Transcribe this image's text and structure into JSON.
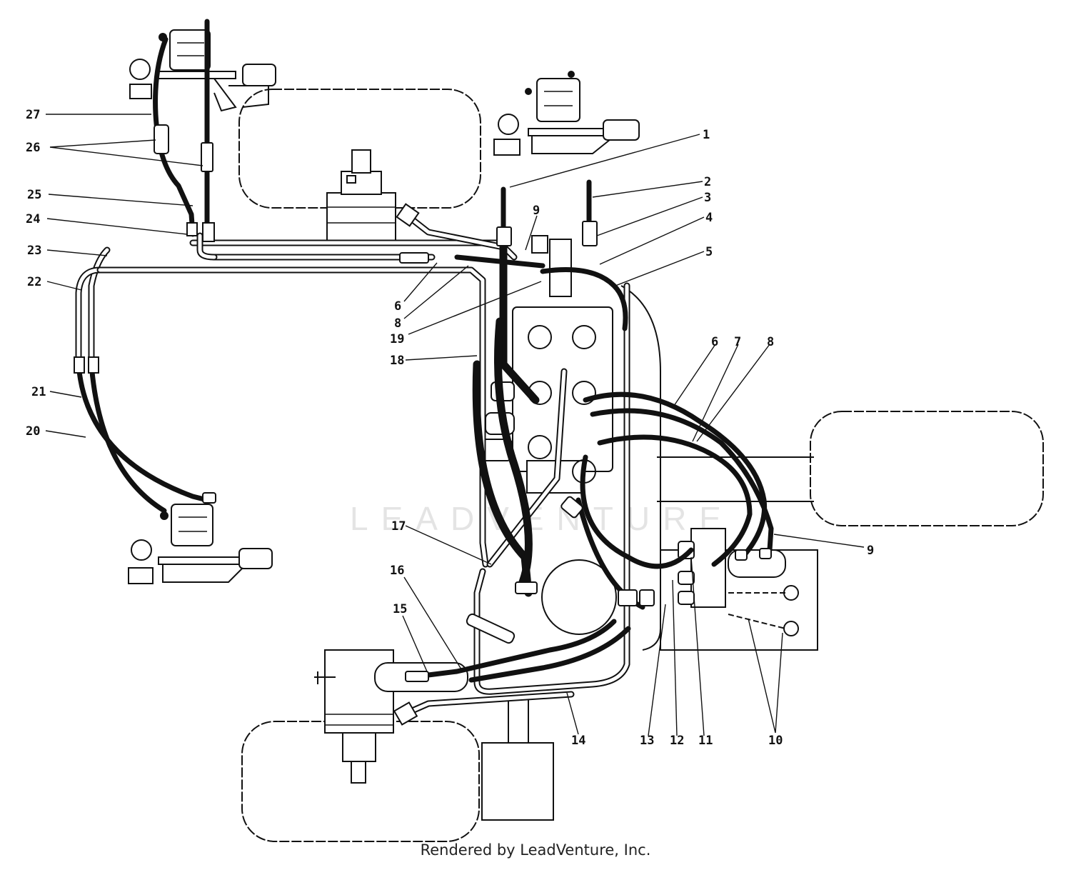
{
  "watermark": "LEADVENTURE",
  "footer": "Rendered by LeadVenture, Inc.",
  "callouts": [
    {
      "id": "c27",
      "label": "27"
    },
    {
      "id": "c26",
      "label": "26"
    },
    {
      "id": "c25",
      "label": "25"
    },
    {
      "id": "c24",
      "label": "24"
    },
    {
      "id": "c23",
      "label": "23"
    },
    {
      "id": "c22",
      "label": "22"
    },
    {
      "id": "c21",
      "label": "21"
    },
    {
      "id": "c20",
      "label": "20"
    },
    {
      "id": "c1",
      "label": "1"
    },
    {
      "id": "c2",
      "label": "2"
    },
    {
      "id": "c3",
      "label": "3"
    },
    {
      "id": "c4",
      "label": "4"
    },
    {
      "id": "c5",
      "label": "5"
    },
    {
      "id": "c9a",
      "label": "9"
    },
    {
      "id": "c6a",
      "label": "6"
    },
    {
      "id": "c8a",
      "label": "8"
    },
    {
      "id": "c19",
      "label": "19"
    },
    {
      "id": "c18",
      "label": "18"
    },
    {
      "id": "c6b",
      "label": "6"
    },
    {
      "id": "c7",
      "label": "7"
    },
    {
      "id": "c8b",
      "label": "8"
    },
    {
      "id": "c9b",
      "label": "9"
    },
    {
      "id": "c17",
      "label": "17"
    },
    {
      "id": "c16",
      "label": "16"
    },
    {
      "id": "c15",
      "label": "15"
    },
    {
      "id": "c14",
      "label": "14"
    },
    {
      "id": "c13",
      "label": "13"
    },
    {
      "id": "c12",
      "label": "12"
    },
    {
      "id": "c11",
      "label": "11"
    },
    {
      "id": "c10",
      "label": "10"
    }
  ]
}
